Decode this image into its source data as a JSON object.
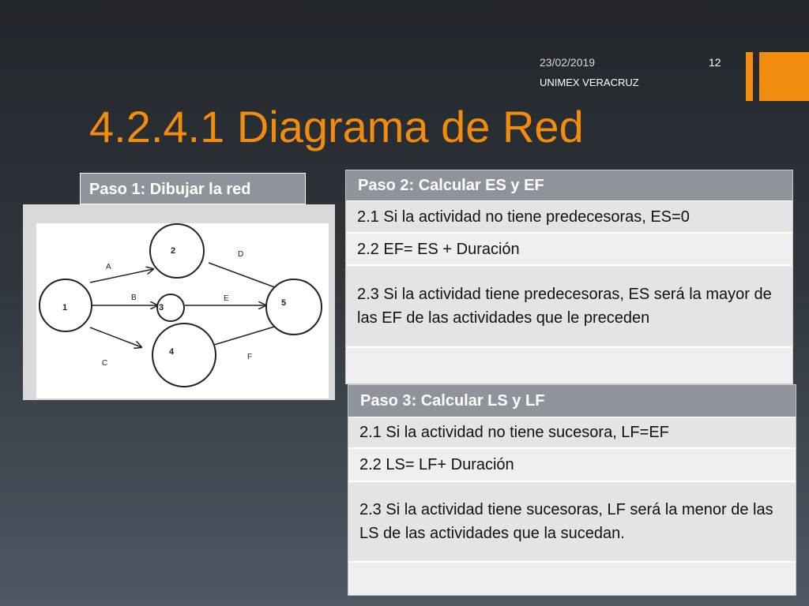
{
  "slide": {
    "date": "23/02/2019",
    "org": "UNIMEX VERACRUZ",
    "number": "12",
    "title": "4.2.4.1 Diagrama de Red",
    "accent_color": "#f28c0f"
  },
  "step1": {
    "label": "Paso 1: Dibujar la red",
    "diagram": {
      "nodes": [
        "1",
        "2",
        "3",
        "4",
        "5"
      ],
      "activities": [
        "A",
        "B",
        "C",
        "D",
        "E",
        "F"
      ]
    }
  },
  "step2": {
    "header": "Paso 2: Calcular ES y EF",
    "rows": [
      "2.1 Si la actividad no tiene predecesoras, ES=0",
      "2.2 EF= ES + Duración",
      "2.3 Si la actividad tiene predecesoras, ES será la mayor de las EF de las actividades que le preceden",
      ""
    ]
  },
  "step3": {
    "header": "Paso 3: Calcular LS y LF",
    "rows": [
      "2.1 Si la actividad no tiene sucesora,  LF=EF",
      "2.2 LS= LF+ Duración",
      "2.3 Si la actividad tiene sucesoras, LF será la menor de las LS de las actividades que la sucedan.",
      ""
    ]
  }
}
